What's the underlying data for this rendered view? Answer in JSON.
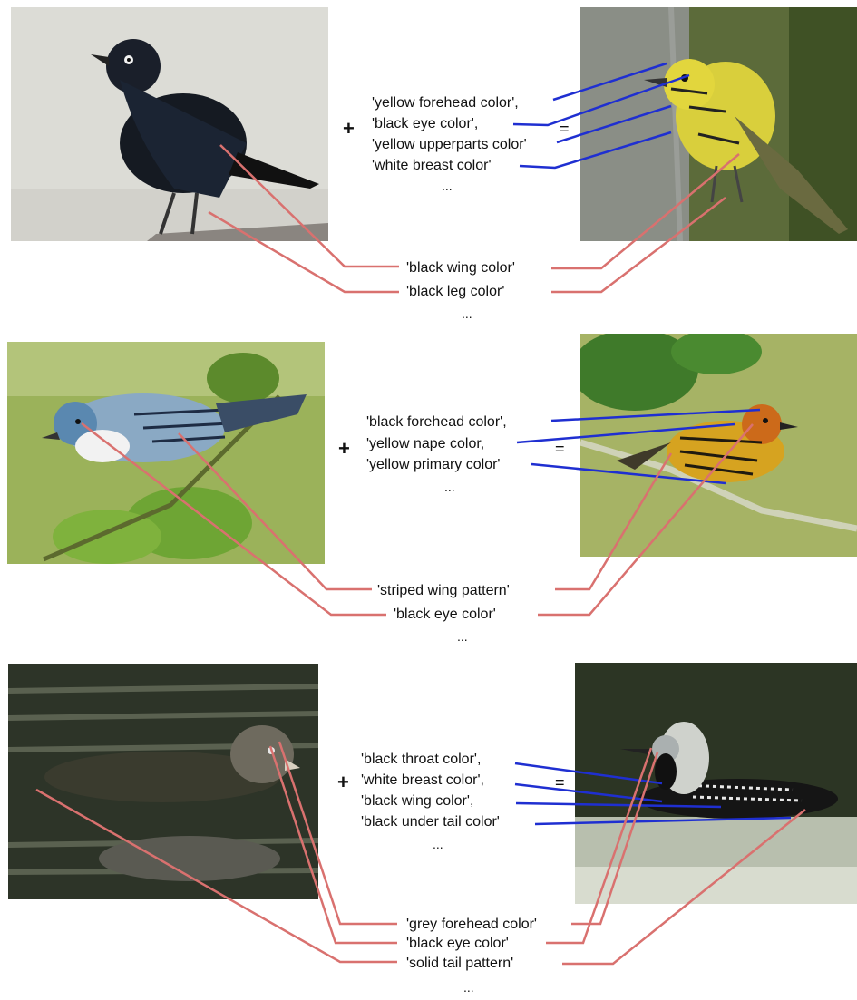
{
  "panels": [
    {
      "plus": "+",
      "equals": "=",
      "target_attributes": [
        "'yellow forehead color',",
        "'black eye color',",
        "'yellow upperparts color'",
        "'white breast color'",
        "..."
      ],
      "shared_attributes": [
        "'black wing color'",
        "'black leg color'",
        "..."
      ]
    },
    {
      "plus": "+",
      "equals": "=",
      "target_attributes": [
        "'black forehead color',",
        "'yellow nape color,",
        "'yellow primary color'",
        "..."
      ],
      "shared_attributes": [
        "'striped wing pattern'",
        "'black eye color'",
        "..."
      ]
    },
    {
      "plus": "+",
      "equals": "=",
      "target_attributes": [
        "'black throat color',",
        "'white breast color',",
        "'black wing color',",
        "'black under tail color'",
        "..."
      ],
      "shared_attributes": [
        "'grey forehead color'",
        "'black eye color'",
        "'solid tail pattern'",
        "..."
      ]
    }
  ],
  "colors": {
    "target_line": "#1f2fd1",
    "shared_line": "#d9716f"
  }
}
